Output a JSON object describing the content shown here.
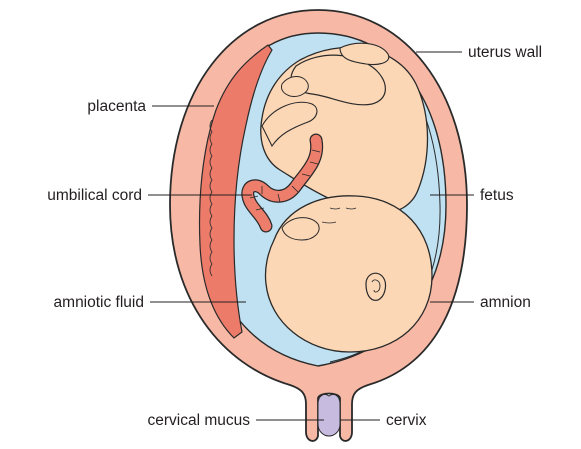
{
  "diagram": {
    "labels": {
      "uterus_wall": "uterus wall",
      "placenta": "placenta",
      "umbilical_cord": "umbilical cord",
      "fetus": "fetus",
      "amniotic_fluid": "amniotic fluid",
      "amnion": "amnion",
      "cervical_mucus": "cervical mucus",
      "cervix": "cervix"
    },
    "colors": {
      "uterus_wall": "#f7b9a6",
      "amniotic_fluid": "#bfe1f1",
      "placenta": "#ec7b6a",
      "fetus_skin": "#fcd7b6",
      "umbilical_cord": "#ee7e6c",
      "cervical_mucus": "#c7bce0",
      "outline": "#2a2a2a"
    }
  }
}
